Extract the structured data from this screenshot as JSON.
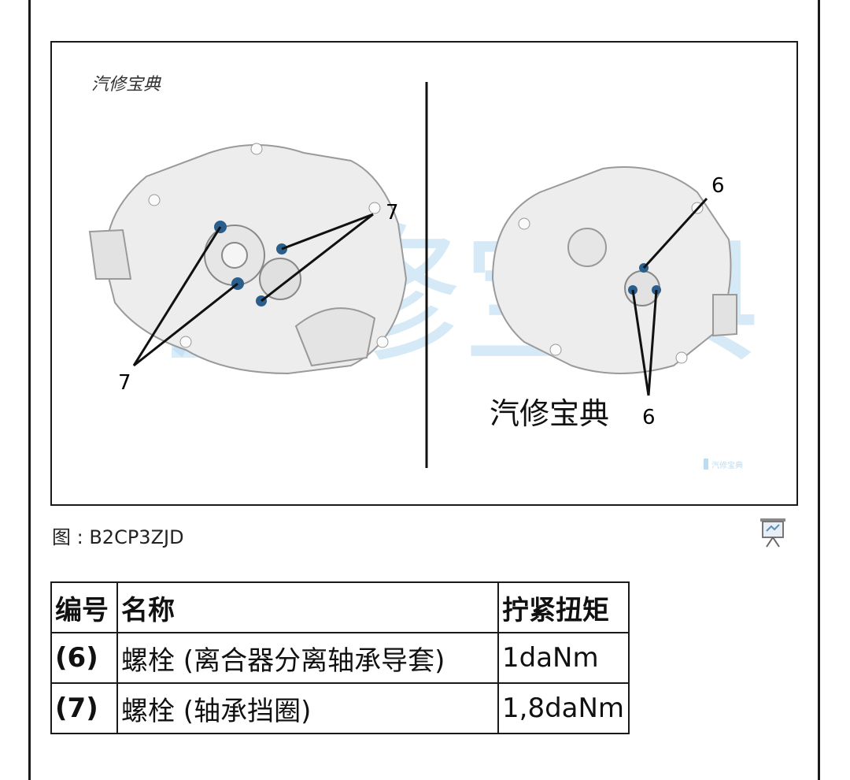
{
  "figure": {
    "watermark_top_left": "汽修宝典",
    "watermark_center": "汽修宝典",
    "watermark_label_right": "汽修宝典",
    "watermark_small": "汽修宝典",
    "callouts": {
      "left_upper": "7",
      "left_lower": "7",
      "right_upper": "6",
      "right_lower": "6"
    },
    "colors": {
      "watermark_blue": "#bcdcf2",
      "bolt_blue": "#2a5e8c",
      "line": "#111111"
    }
  },
  "caption": {
    "label": "图 : B2CP3ZJD"
  },
  "icons": {
    "slideshow": "slideshow-icon"
  },
  "table": {
    "headers": [
      "编号",
      "名称",
      "拧紧扭矩"
    ],
    "rows": [
      [
        "(6)",
        "螺栓 (离合器分离轴承导套)",
        "1daNm"
      ],
      [
        "(7)",
        "螺栓 (轴承挡圈)",
        "1,8daNm"
      ]
    ]
  }
}
